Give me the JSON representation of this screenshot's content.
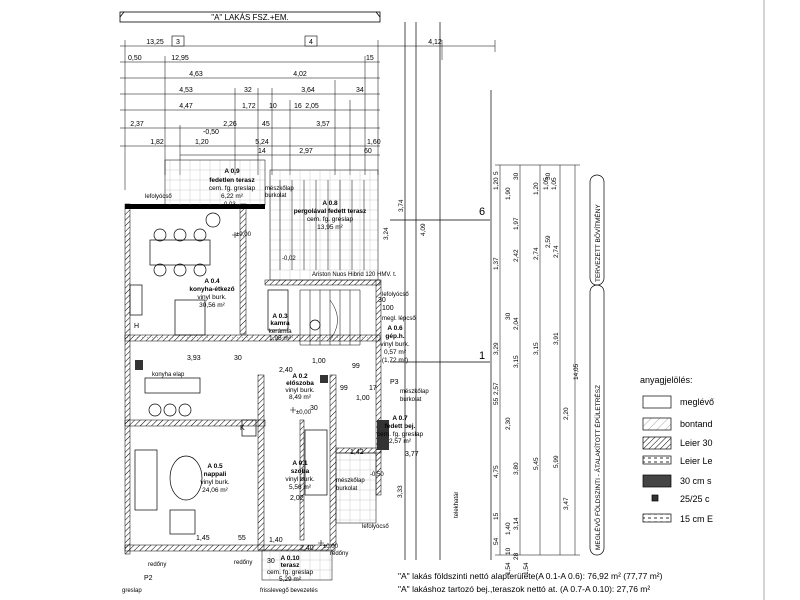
{
  "title": "\"A\" LAKÁS FSZ.+EM.",
  "section_marks": [
    "3",
    "4",
    "6",
    "1"
  ],
  "rooms": [
    {
      "id": "A 0.9",
      "name": "fedetlen terasz",
      "floor": "cem. fg. greslap",
      "area": "6,22 m²"
    },
    {
      "id": "A 0.8",
      "name": "pergolával fedett terasz",
      "floor": "cem. fg. greslap",
      "area": "13,95 m²"
    },
    {
      "id": "A 0.4",
      "name": "konyha-étkező",
      "floor": "vinyl burk.",
      "area": "30,56 m²"
    },
    {
      "id": "A 0.3",
      "name": "kamra",
      "floor": "kerámia",
      "area": "1,95 m²"
    },
    {
      "id": "A 0.6",
      "name": "gép.h.",
      "floor": "vinyl burk.",
      "area": "0,57 m²",
      "extra": "(1,72 m²)"
    },
    {
      "id": "A 0.2",
      "name": "előszoba",
      "floor": "vinyl burk.",
      "area": "8,49 m²"
    },
    {
      "id": "A 0.7",
      "name": "fedett bej.",
      "floor": "cem. fg. greslap",
      "area": "2,57 m²"
    },
    {
      "id": "A 0.5",
      "name": "nappali",
      "floor": "vinyl burk.",
      "area": "24,06 m²"
    },
    {
      "id": "A 0.1",
      "name": "szoba",
      "floor": "vinyl burk.",
      "area": "5,56 m²"
    },
    {
      "id": "A 0.10",
      "name": "terasz",
      "floor": "cem. fg. greslap",
      "area": "5,29 m²"
    }
  ],
  "notes": {
    "lefolyocso": "lefolyócső",
    "meszkolap_burkolat": "mészkőlap burkolat",
    "meszkolap": "mészkőlap",
    "burkolat": "burkolat",
    "megl_lepcso": "megl. lépcső",
    "konyha_elap": "konyha elap",
    "redony": "redőny",
    "frissleveg": "frisslevegő bevezetés",
    "ariston": "Ariston Nuos Hibrid 120 HMV. t.",
    "telekhatar": "telekhatár",
    "szint_pos": "±0,00",
    "szint_neg": "-0,50",
    "szint_min2": "-0,02",
    "szint_003": "-0,03",
    "p2": "P2",
    "p3": "P3",
    "h": "H",
    "k": "K",
    "gresalap": "greslap"
  },
  "dims_top": [
    "13,25",
    "12,95",
    "0,50",
    "4,63",
    "4,02",
    "4,53",
    "3,64",
    "4,47",
    "2,05",
    "2,37",
    "2,26",
    "3,57",
    "1,82",
    "5,24",
    "2,97",
    "4,12",
    "-0,50",
    "1,20",
    "1,72",
    "1,60",
    "32",
    "34",
    "15",
    "10",
    "16",
    "45",
    "14",
    "60"
  ],
  "dims_mid": [
    "3,93",
    "30",
    "2,40",
    "99",
    "1,00",
    "1,42",
    "3,77",
    "30",
    "100",
    "1,00",
    "99",
    "17",
    "30",
    "2,02",
    "1,45",
    "55",
    "2,40",
    "30",
    "1,40"
  ],
  "dims_right_col1": [
    "1,20",
    "1,37",
    "3,29",
    "2,57",
    "4,75",
    "15",
    "1,40",
    "10",
    "5",
    "55",
    "54",
    "1,90",
    "30",
    "2,30",
    "1,54"
  ],
  "dims_right_col2": [
    "1,97",
    "2,42",
    "2,04",
    "3,15",
    "3,80",
    "3,14",
    "30",
    "28",
    "1,54"
  ],
  "dims_right_col3": [
    "2,74",
    "3,15",
    "5,45",
    "1,20",
    "2,59",
    "30"
  ],
  "dims_right_col4": [
    "1,05",
    "1,05",
    "2,74",
    "3,91",
    "5,99",
    "2,20",
    "3,47",
    "14,05"
  ],
  "right_vertical_1": "TERVEZETT BŐVÍTMÉNY",
  "right_vertical_2": "MEGLÉVŐ FÖLDSZINTI - ÁTALAKÍTOTT ÉPÜLETRÉSZ",
  "vertical_dims": [
    "3,74",
    "3,24",
    "4,09",
    "3,33"
  ],
  "legend": {
    "title": "anyagjelölés:",
    "items": [
      {
        "label": "meglévő",
        "pattern": "empty"
      },
      {
        "label": "bontand",
        "pattern": "hatch-light"
      },
      {
        "label": "Leier 30",
        "pattern": "hatch"
      },
      {
        "label": "Leier Le",
        "pattern": "dash"
      },
      {
        "label": "30 cm s",
        "pattern": "dark"
      },
      {
        "label": "25/25 c",
        "pattern": "small-square"
      },
      {
        "label": "15 cm E",
        "pattern": "dash"
      }
    ]
  },
  "footer": {
    "line1": "\"A\" lakás földszinti nettó alapterülete(A 0.1-A 0.6): 76,92 m² (77,77 m²)",
    "line2": "\"A\" lakáshoz tartozó bej.,teraszok nettó at. (A 0.7-A 0.10): 27,76 m²"
  }
}
